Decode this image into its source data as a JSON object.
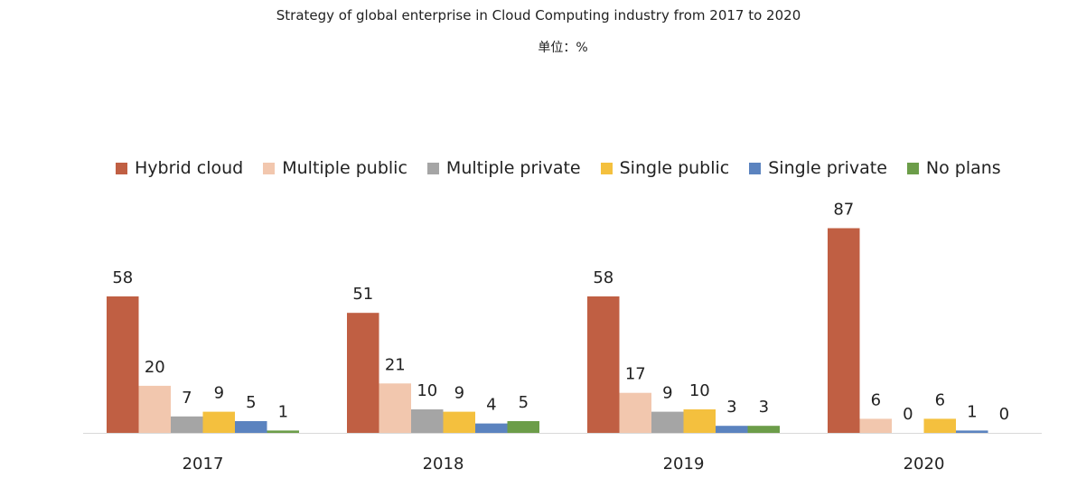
{
  "chart_data": {
    "type": "bar",
    "title": "Strategy of global enterprise in Cloud Computing industry from 2017 to 2020",
    "subtitle": "单位：%",
    "xlabel": "",
    "ylabel": "",
    "categories": [
      "2017",
      "2018",
      "2019",
      "2020"
    ],
    "ylim": [
      0,
      100
    ],
    "grid": false,
    "legend_position": "top",
    "series": [
      {
        "name": "Hybrid cloud",
        "color": "#C05F43",
        "values": [
          58,
          51,
          58,
          87
        ]
      },
      {
        "name": "Multiple public",
        "color": "#F2C7AE",
        "values": [
          20,
          21,
          17,
          6
        ]
      },
      {
        "name": "Multiple private",
        "color": "#A5A5A5",
        "values": [
          7,
          10,
          9,
          0
        ]
      },
      {
        "name": "Single public",
        "color": "#F4C03E",
        "values": [
          9,
          9,
          10,
          6
        ]
      },
      {
        "name": "Single private",
        "color": "#5B83BF",
        "values": [
          5,
          4,
          3,
          1
        ]
      },
      {
        "name": "No plans",
        "color": "#6C9D49",
        "values": [
          1,
          5,
          3,
          0
        ]
      }
    ]
  }
}
